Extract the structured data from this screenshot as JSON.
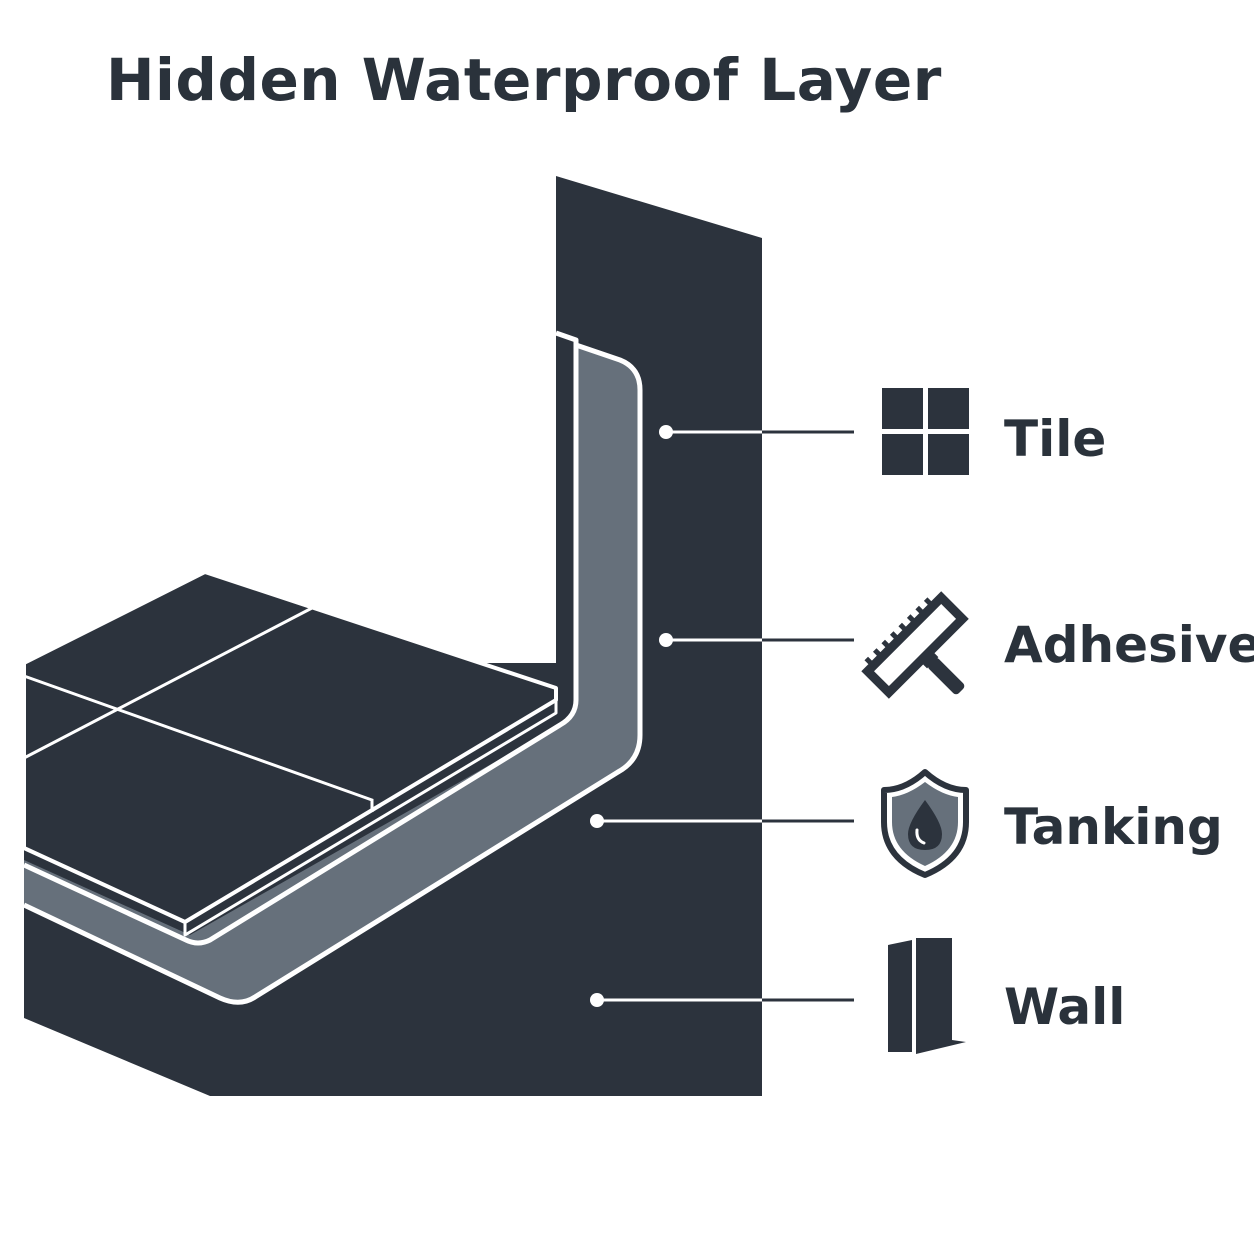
{
  "title": "Hidden Waterproof Layer",
  "colors": {
    "dark": "#2c333d",
    "tanking": "#66707b",
    "line": "#ffffff",
    "text": "#2a323b",
    "background": "#ffffff"
  },
  "layers": [
    {
      "label": "Tile",
      "icon": "tile-grid-icon"
    },
    {
      "label": "Adhesive",
      "icon": "notched-trowel-icon"
    },
    {
      "label": "Tanking",
      "icon": "shield-water-drop-icon"
    },
    {
      "label": "Wall",
      "icon": "wall-panel-icon"
    }
  ]
}
